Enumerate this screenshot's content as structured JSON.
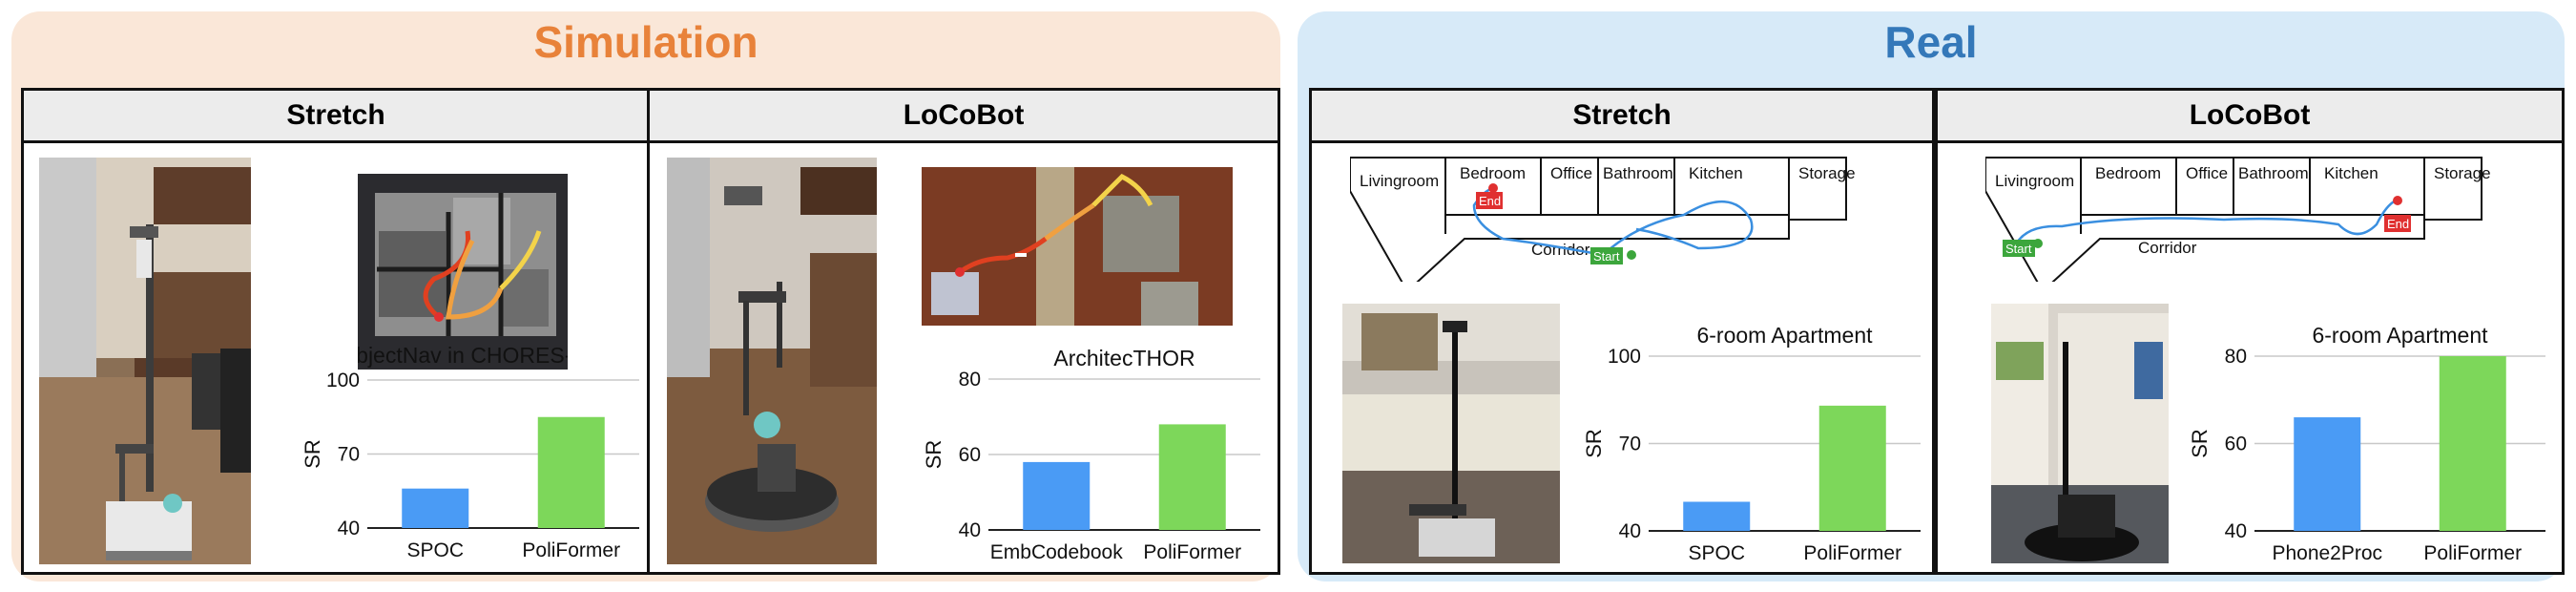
{
  "groups": {
    "simulation": {
      "title": "Simulation",
      "color": "#e8823a"
    },
    "real": {
      "title": "Real",
      "color": "#3478b9"
    }
  },
  "panels": {
    "sim_stretch": {
      "title": "Stretch",
      "map_caption": "ObjectNav in CHORES-S"
    },
    "sim_locobot": {
      "title": "LoCoBot",
      "map_caption": ""
    },
    "real_stretch": {
      "title": "Stretch"
    },
    "real_locobot": {
      "title": "LoCoBot"
    }
  },
  "floorplan_rooms": {
    "livingroom": "Livingroom",
    "bedroom": "Bedroom",
    "office": "Office",
    "bathroom": "Bathroom",
    "kitchen": "Kitchen",
    "storage": "Storage",
    "corridor": "Corridor",
    "start": "Start",
    "end": "End"
  },
  "colors": {
    "baseline": "#4a9bf5",
    "poliformer": "#7dd75a",
    "path": "#3a8fe0",
    "start": "#3ca63c",
    "end": "#e03030"
  },
  "chart_data": [
    {
      "type": "bar",
      "title": "",
      "ylabel": "SR",
      "ylim": [
        40,
        100
      ],
      "yticks": [
        40,
        70,
        100
      ],
      "categories": [
        "SPOC",
        "PoliFormer"
      ],
      "values": [
        56,
        85
      ]
    },
    {
      "type": "bar",
      "title": "ArchitecTHOR",
      "ylabel": "SR",
      "ylim": [
        40,
        80
      ],
      "yticks": [
        40,
        60,
        80
      ],
      "categories": [
        "EmbCodebook",
        "PoliFormer"
      ],
      "values": [
        58,
        68
      ]
    },
    {
      "type": "bar",
      "title": "6-room Apartment",
      "ylabel": "SR",
      "ylim": [
        40,
        100
      ],
      "yticks": [
        40,
        70,
        100
      ],
      "categories": [
        "SPOC",
        "PoliFormer"
      ],
      "values": [
        50,
        83
      ]
    },
    {
      "type": "bar",
      "title": "6-room Apartment",
      "ylabel": "SR",
      "ylim": [
        40,
        80
      ],
      "yticks": [
        40,
        60,
        80
      ],
      "categories": [
        "Phone2Proc",
        "PoliFormer"
      ],
      "values": [
        66,
        80
      ]
    }
  ]
}
